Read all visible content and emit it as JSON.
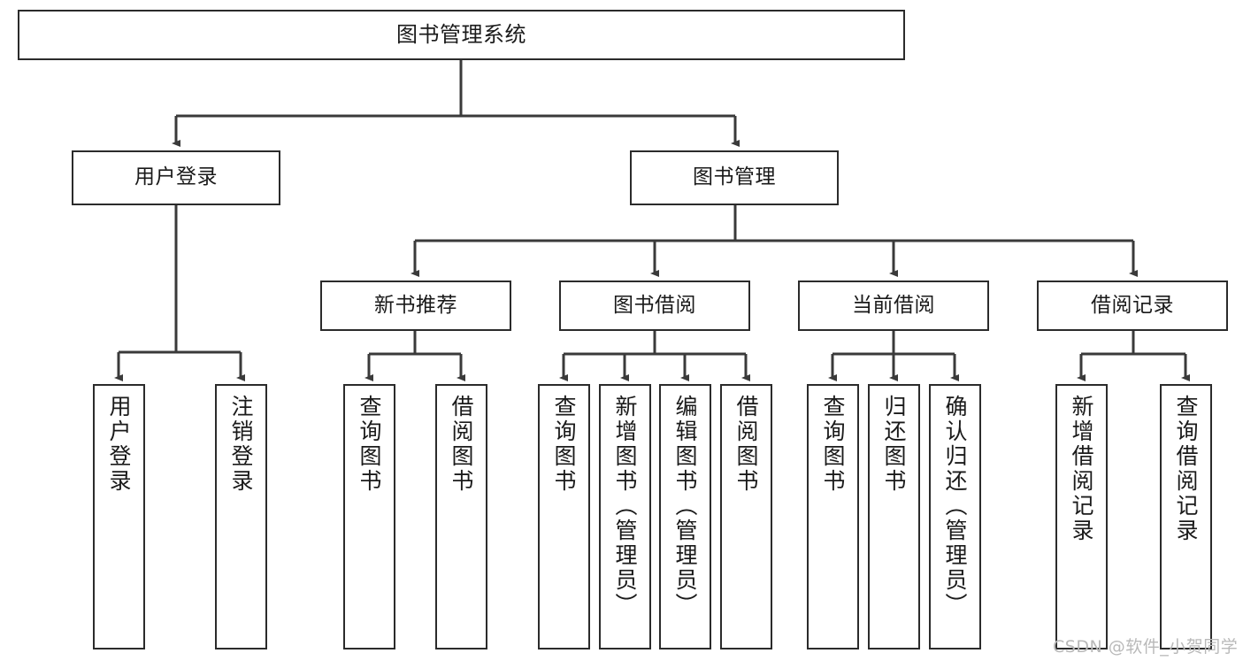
{
  "diagram": {
    "title": "图书管理系统",
    "type": "tree",
    "watermark": "CSDN @软件_小贺同学",
    "colors": {
      "box_border": "#2b2b2b",
      "box_fill": "#ffffff",
      "edge": "#3a3a3a",
      "text": "#1a1a1a",
      "watermark": "#b9b9b9",
      "background": "#ffffff"
    },
    "nodes": {
      "root": {
        "label": "图书管理系统"
      },
      "level2": [
        {
          "label": "用户登录"
        },
        {
          "label": "图书管理"
        }
      ],
      "level3": [
        {
          "label": "新书推荐"
        },
        {
          "label": "图书借阅"
        },
        {
          "label": "当前借阅"
        },
        {
          "label": "借阅记录"
        }
      ],
      "leaves": {
        "user_login": [
          {
            "label": "用户登录"
          },
          {
            "label": "注销登录"
          }
        ],
        "new_book_recommend": [
          {
            "label": "查询图书"
          },
          {
            "label": "借阅图书"
          }
        ],
        "book_borrow": [
          {
            "label": "查询图书"
          },
          {
            "label": "新增图书（管理员）"
          },
          {
            "label": "编辑图书（管理员）"
          },
          {
            "label": "借阅图书"
          }
        ],
        "current_borrow": [
          {
            "label": "查询图书"
          },
          {
            "label": "归还图书"
          },
          {
            "label": "确认归还（管理员）"
          }
        ],
        "borrow_record": [
          {
            "label": "新增借阅记录"
          },
          {
            "label": "查询借阅记录"
          }
        ]
      }
    }
  }
}
